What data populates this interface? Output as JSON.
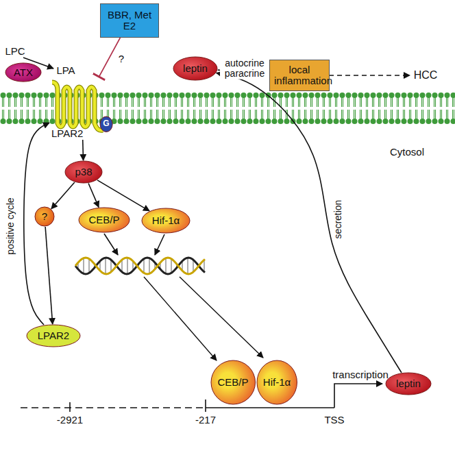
{
  "diagram": {
    "nodes": [
      {
        "text": [
          "ATX"
        ]
      },
      {
        "text": [
          "BBR, Met E2"
        ]
      },
      {
        "text": [
          "leptin"
        ]
      },
      {
        "text": [
          "local inflammation"
        ]
      },
      {
        "text": [
          "LPAR2"
        ]
      },
      {
        "text": [
          "G"
        ],
        "in": 4
      },
      {
        "text": [
          "p38"
        ]
      },
      {
        "text": [
          "?"
        ]
      },
      {
        "text": [
          "CEB/P"
        ]
      },
      {
        "text": [
          "Hif-1α"
        ]
      },
      {
        "text": [
          "LPAR2"
        ]
      },
      {
        "text": [
          "CEB/P"
        ]
      },
      {
        "text": [
          "Hif-1α"
        ]
      },
      {
        "text": [
          "leptin"
        ]
      }
    ],
    "edges": [
      {
        "from": 1,
        "to": 4,
        "arrow": "to"
      },
      {
        "from": 2,
        "to": 3,
        "label": "autocrine paracrine",
        "arrow": "to"
      },
      {
        "from": 4,
        "to": 6,
        "arrow": "to"
      },
      {
        "from": 6,
        "to": 7,
        "arrow": "to"
      },
      {
        "from": 6,
        "to": 8,
        "arrow": "to"
      },
      {
        "from": 6,
        "to": 9,
        "arrow": "to"
      },
      {
        "from": 7,
        "to": 10,
        "arrow": "to"
      },
      {
        "from": 10,
        "to": 4,
        "label": "positive cycle",
        "arrow": "to"
      },
      {
        "from": 13,
        "to": 2,
        "label": "secretion",
        "arrow": "to"
      }
    ],
    "labels": [
      "LPC",
      "LPA",
      "?",
      "HCC",
      "Cytosol",
      "-2921",
      "-217",
      "TSS",
      "transcription"
    ]
  }
}
